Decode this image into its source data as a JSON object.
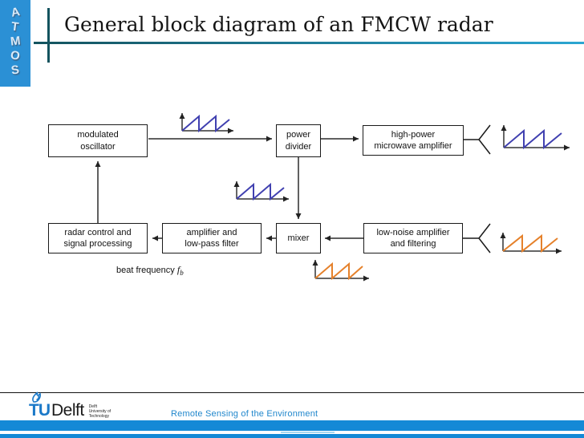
{
  "slide": {
    "title": "General block diagram of an FMCW radar",
    "sidebar_letters": [
      "A",
      "T",
      "M",
      "O",
      "S"
    ]
  },
  "diagram": {
    "boxes": {
      "modulated_oscillator": "modulated\noscillator",
      "power_divider": "power\ndivider",
      "high_power_amplifier": "high-power\nmicrowave amplifier",
      "radar_control": "radar control and\nsignal processing",
      "amplifier_lpf": "amplifier and\nlow-pass filter",
      "mixer": "mixer",
      "low_noise_amplifier": "low-noise amplifier\nand filtering"
    },
    "beat_frequency": {
      "text": "beat frequency ",
      "symbol": "f",
      "subscript": "b"
    }
  },
  "footer": {
    "logo": {
      "tu": "TU",
      "delft": "Delft",
      "affiliation_lines": [
        "Delft",
        "University of",
        "Technology"
      ]
    },
    "caption": "Remote Sensing of the Environment"
  },
  "colors": {
    "brand-blue": "#2b90d5",
    "bar-blue": "#1489d6",
    "teal-dark": "#14535e",
    "teal-light": "#2ba6d2",
    "wave-blue": "#4040b0",
    "wave-orange": "#e5812b",
    "caption-blue": "#2187cc",
    "logo-blue": "#1b79c8"
  }
}
